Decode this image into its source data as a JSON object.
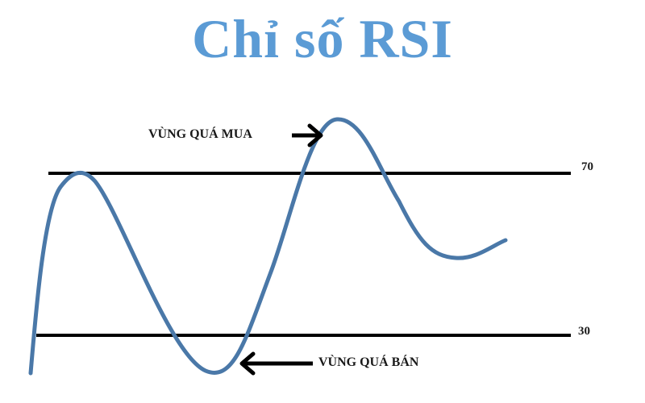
{
  "title": "Chỉ số RSI",
  "annotations": {
    "overbought": "VÙNG QUÁ MUA",
    "oversold": "VÙNG QUÁ BÁN"
  },
  "levels": {
    "upper": "70",
    "lower": "30"
  },
  "colors": {
    "title": "#5b9bd5",
    "curve": "#4a78a8",
    "lines": "#000000"
  },
  "chart_data": {
    "type": "line",
    "title": "Chỉ số RSI",
    "description": "Schematic RSI oscillator curve crossing overbought (70) and oversold (30) threshold lines",
    "thresholds": [
      {
        "label": "70",
        "meaning": "VÙNG QUÁ MUA"
      },
      {
        "label": "30",
        "meaning": "VÙNG QUÁ BÁN"
      }
    ],
    "series": [
      {
        "name": "RSI",
        "points_approx": [
          [
            0,
            20
          ],
          [
            1,
            70
          ],
          [
            2,
            50
          ],
          [
            3,
            22
          ],
          [
            4,
            45
          ],
          [
            5,
            83
          ],
          [
            6,
            62
          ],
          [
            7,
            53
          ],
          [
            8,
            58
          ]
        ]
      }
    ],
    "xlabel": "",
    "ylabel": "",
    "grid": false
  }
}
